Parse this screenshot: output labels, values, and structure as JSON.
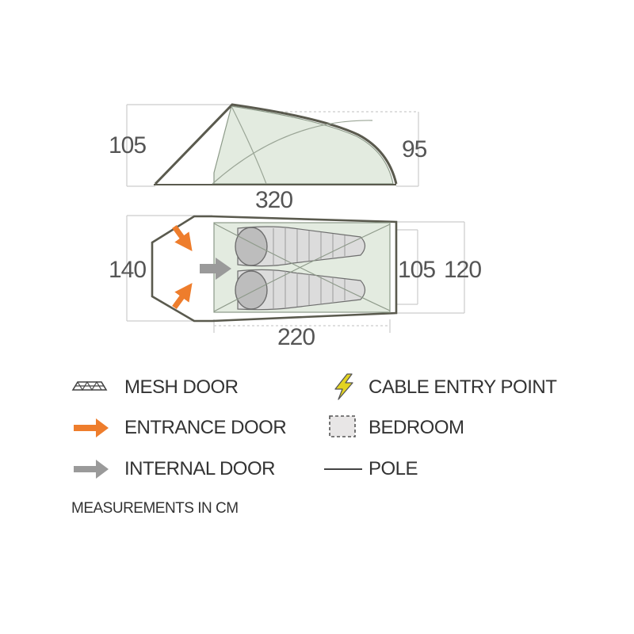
{
  "dimensions": {
    "side_front_height": "105",
    "side_rear_height": "95",
    "total_length": "320",
    "porch_width": "140",
    "inner_front_width": "105",
    "inner_rear_width": "120",
    "inner_length": "220"
  },
  "legend": {
    "mesh_door": "MESH DOOR",
    "entrance_door": "ENTRANCE DOOR",
    "internal_door": "INTERNAL DOOR",
    "cable_entry_point": "CABLE ENTRY POINT",
    "bedroom": "BEDROOM",
    "pole": "POLE"
  },
  "note": "MEASUREMENTS IN CM",
  "colors": {
    "outline": "#5a5a4e",
    "inner_fill": "#e3ebe0",
    "entrance_arrow": "#ee7d2c",
    "internal_arrow": "#9a9a9a",
    "cable_bolt": "#e3d321",
    "bedroom_fill": "#e8e6e6",
    "dimension_line": "#cccccc"
  }
}
